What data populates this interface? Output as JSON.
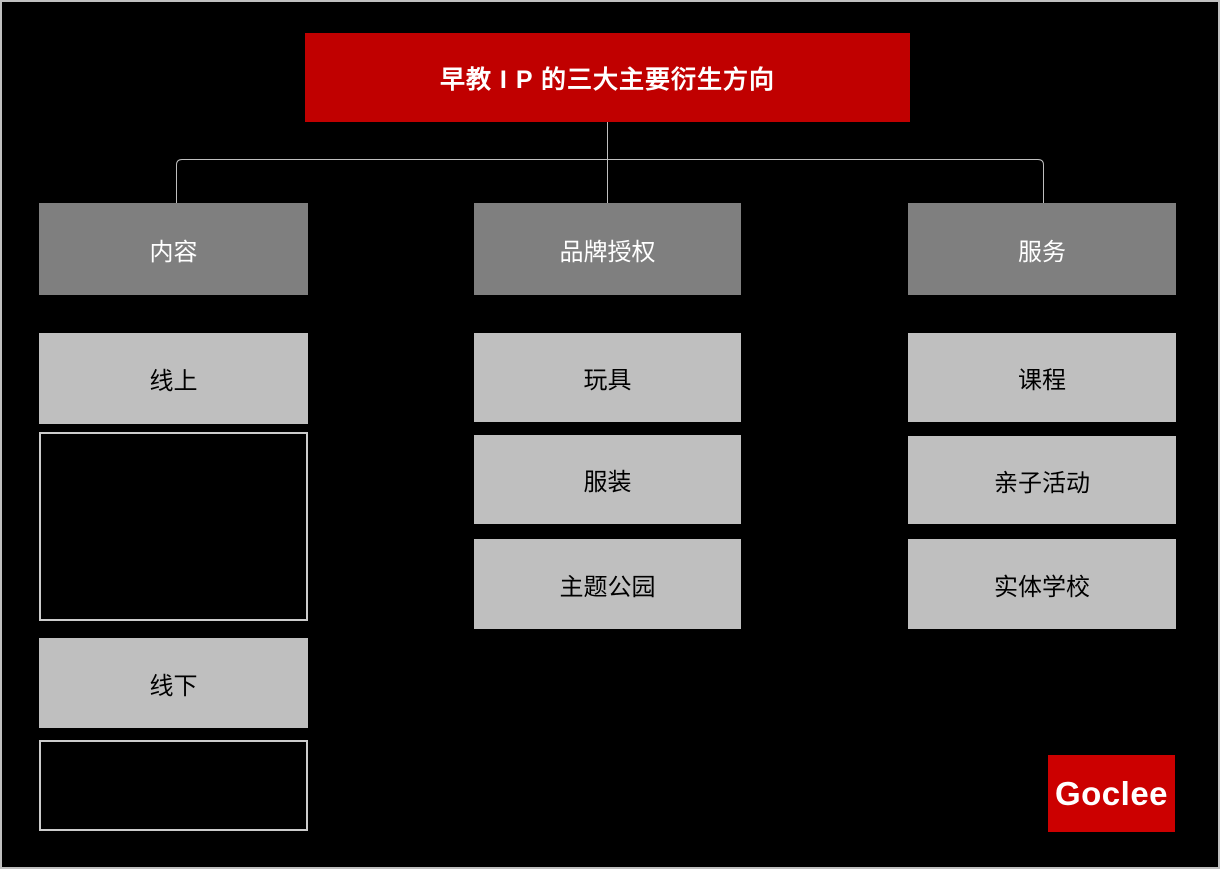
{
  "title": {
    "text": "早教 I P 的三大主要衍生方向"
  },
  "columns": [
    {
      "header": "内容",
      "items": [
        {
          "label": "线上",
          "type": "filled"
        },
        {
          "label": "",
          "type": "outline"
        },
        {
          "label": "线下",
          "type": "filled"
        },
        {
          "label": "",
          "type": "outline"
        }
      ]
    },
    {
      "header": "品牌授权",
      "items": [
        {
          "label": "玩具",
          "type": "filled"
        },
        {
          "label": "服装",
          "type": "filled"
        },
        {
          "label": "主题公园",
          "type": "filled"
        }
      ]
    },
    {
      "header": "服务",
      "items": [
        {
          "label": "课程",
          "type": "filled"
        },
        {
          "label": "亲子活动",
          "type": "filled"
        },
        {
          "label": "实体学校",
          "type": "filled"
        }
      ]
    }
  ],
  "logo": {
    "text": "Goclee"
  },
  "colors": {
    "title_bg": "#c00000",
    "header_bg": "#7f7f7f",
    "sub_bg": "#bfbfbf",
    "outline_border": "#cccccc",
    "connector": "#bfbfbf",
    "canvas_bg": "#000000",
    "logo_bg": "#cc0000"
  }
}
